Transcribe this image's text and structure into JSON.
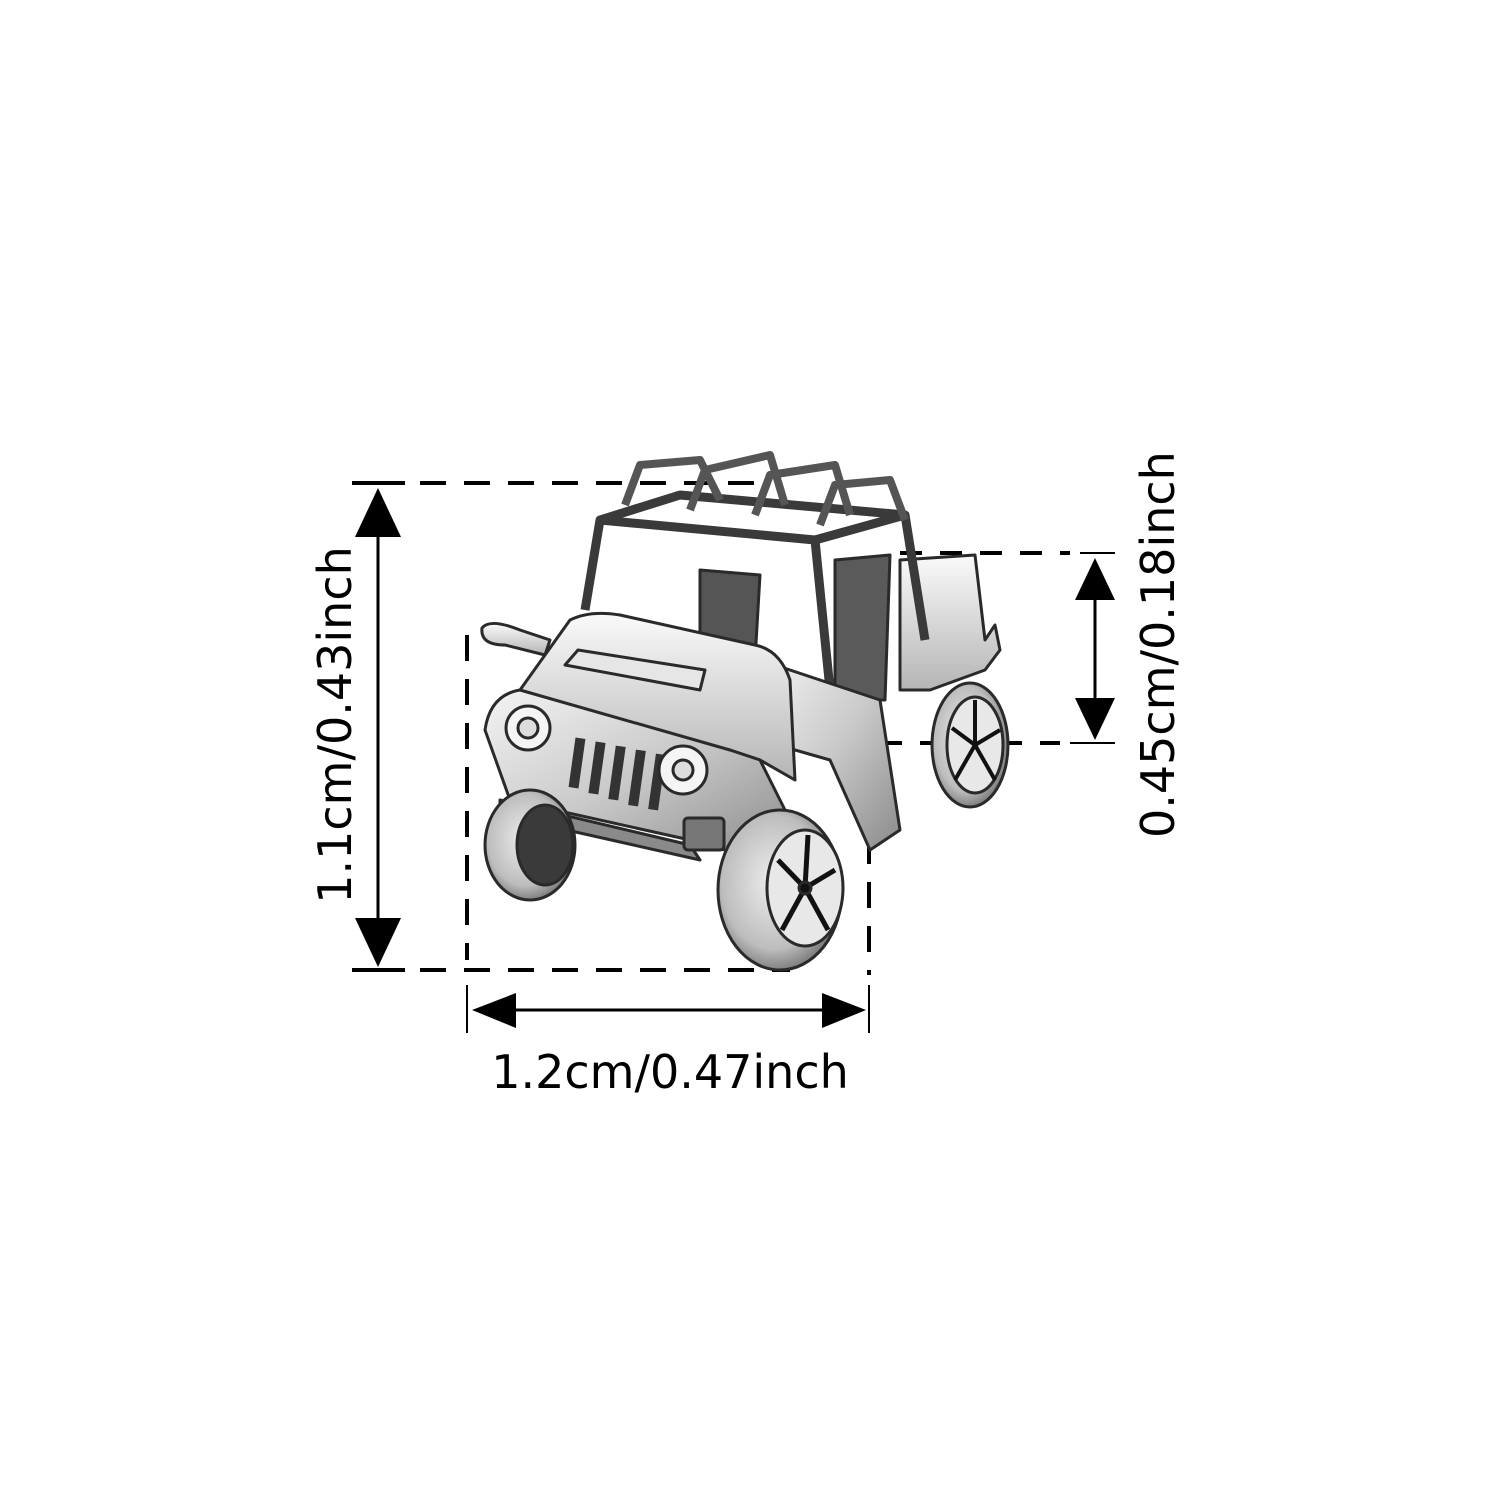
{
  "diagram": {
    "subject": "jeep-charm",
    "background_color": "#ffffff",
    "line_color": "#000000",
    "metal_color": "#c8c8c8",
    "dimensions": {
      "height": {
        "label": "1.1cm/0.43inch",
        "cm": 1.1,
        "inch": 0.43,
        "orientation": "vertical",
        "side": "left"
      },
      "width": {
        "label": "1.2cm/0.47inch",
        "cm": 1.2,
        "inch": 0.47,
        "orientation": "horizontal",
        "side": "bottom"
      },
      "wheel_height": {
        "label": "0.45cm/0.18inch",
        "cm": 0.45,
        "inch": 0.18,
        "orientation": "vertical",
        "side": "right"
      }
    }
  }
}
